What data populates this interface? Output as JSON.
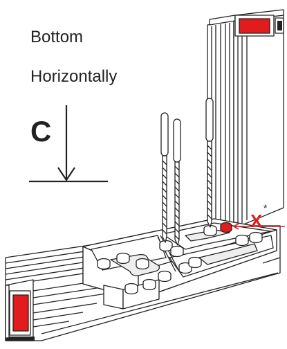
{
  "labels": {
    "bottom": "Bottom",
    "horizontally": "Horizontally",
    "direction_letter": "C",
    "marker_letter": "X",
    "marker_superscript": "*"
  },
  "colors": {
    "line": "#222222",
    "fill": "#ffffff",
    "highlight": "#e21c1c",
    "light_gray": "#eeeeee"
  },
  "icons": {
    "direction_arrow": "down-arrow-to-baseline-icon",
    "marker_arrow": "left-arrow-icon"
  }
}
